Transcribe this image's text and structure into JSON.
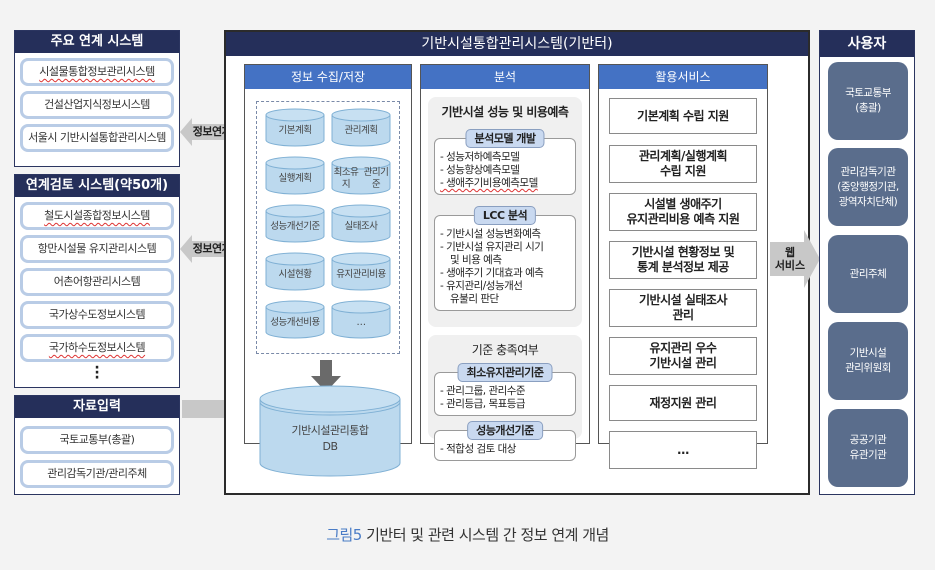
{
  "left": {
    "main_systems": {
      "title": "주요 연계 시스템",
      "items": [
        "시설물통합정보관리시스템",
        "건설산업지식정보시스템",
        "서울시 기반시설통합관리시스템"
      ]
    },
    "review_systems": {
      "title": "연계검토 시스템(약50개)",
      "items": [
        "철도시설종합정보시스템",
        "항만시설물 유지관리시스템",
        "어촌어항관리시스템",
        "국가상수도정보시스템",
        "국가하수도정보시스템"
      ],
      "more": "⋮"
    },
    "data_input": {
      "title": "자료입력",
      "items": [
        "국토교통부(총괄)",
        "관리감독기관/관리주체"
      ]
    }
  },
  "arrows": {
    "link1": "정보연계",
    "link2": "정보연계",
    "web_service_line1": "웹",
    "web_service_line2": "서비스"
  },
  "system": {
    "title": "기반시설통합관리시스템(기반터)",
    "collect": {
      "title": "정보 수집/저장",
      "stores": [
        [
          "기본계획"
        ],
        [
          "관리계획"
        ],
        [
          "실행계획"
        ],
        [
          "최소유지",
          "관리기준"
        ],
        [
          "성능개선",
          "기준"
        ],
        [
          "실태조사"
        ],
        [
          "시설현황"
        ],
        [
          "유지관리",
          "비용"
        ],
        [
          "성능개선",
          "비용"
        ],
        [
          "…"
        ]
      ],
      "db_line1": "기반시설관리통합",
      "db_line2": "DB"
    },
    "analysis": {
      "title": "분석",
      "group1": {
        "title": "기반시설 성능 및 비용예측",
        "model": {
          "tag": "분석모델 개발",
          "lines": [
            "- 성능저하예측모델",
            "- 성능향상예측모델",
            "- 생애주기비용예측모델"
          ]
        },
        "lcc": {
          "tag": "LCC 분석",
          "lines": [
            "- 기반시설 성능변화예측",
            "- 기반시설 유지관리 시기",
            "및 비용 예측",
            "- 생애주기 기대효과 예측",
            "- 유지관리/성능개선",
            "유불리 판단"
          ]
        }
      },
      "group2": {
        "title": "기준 충족여부",
        "min_std": {
          "tag": "최소유지관리기준",
          "lines": [
            "- 관리그룹, 관리수준",
            "- 관리등급, 목표등급"
          ]
        },
        "perf_std": {
          "tag": "성능개선기준",
          "lines": [
            "- 적합성 검토 대상"
          ]
        }
      }
    },
    "service": {
      "title": "활용서비스",
      "items": [
        [
          "기본계획 수립 지원"
        ],
        [
          "관리계획/실행계획",
          "수립 지원"
        ],
        [
          "시설별 생애주기",
          "유지관리비용 예측 지원"
        ],
        [
          "기반시설 현황정보 및",
          "통계 분석정보 제공"
        ],
        [
          "기반시설 실태조사",
          "관리"
        ],
        [
          "유지관리 우수",
          "기반시설 관리"
        ],
        [
          "재정지원 관리"
        ],
        [
          "…"
        ]
      ]
    }
  },
  "users": {
    "title": "사용자",
    "items": [
      [
        "국토교통부",
        "(총괄)"
      ],
      [
        "관리감독기관",
        "(중앙행정기관,",
        "광역자치단체)"
      ],
      [
        "관리주체"
      ],
      [
        "기반시설",
        "관리위원회"
      ],
      [
        "공공기관",
        "유관기관"
      ]
    ]
  },
  "caption": {
    "figure_no": "그림5",
    "text": " 기반터 및 관련 시스템 간 정보 연계 개념"
  },
  "colors": {
    "navy_header": "#252f5a",
    "blue_header": "#4472c4",
    "pill_border": "#b9cce6",
    "cylinder_fill": "#bcd9ee",
    "user_card": "#5a6d8c",
    "caption_accent": "#4a7cc6"
  }
}
